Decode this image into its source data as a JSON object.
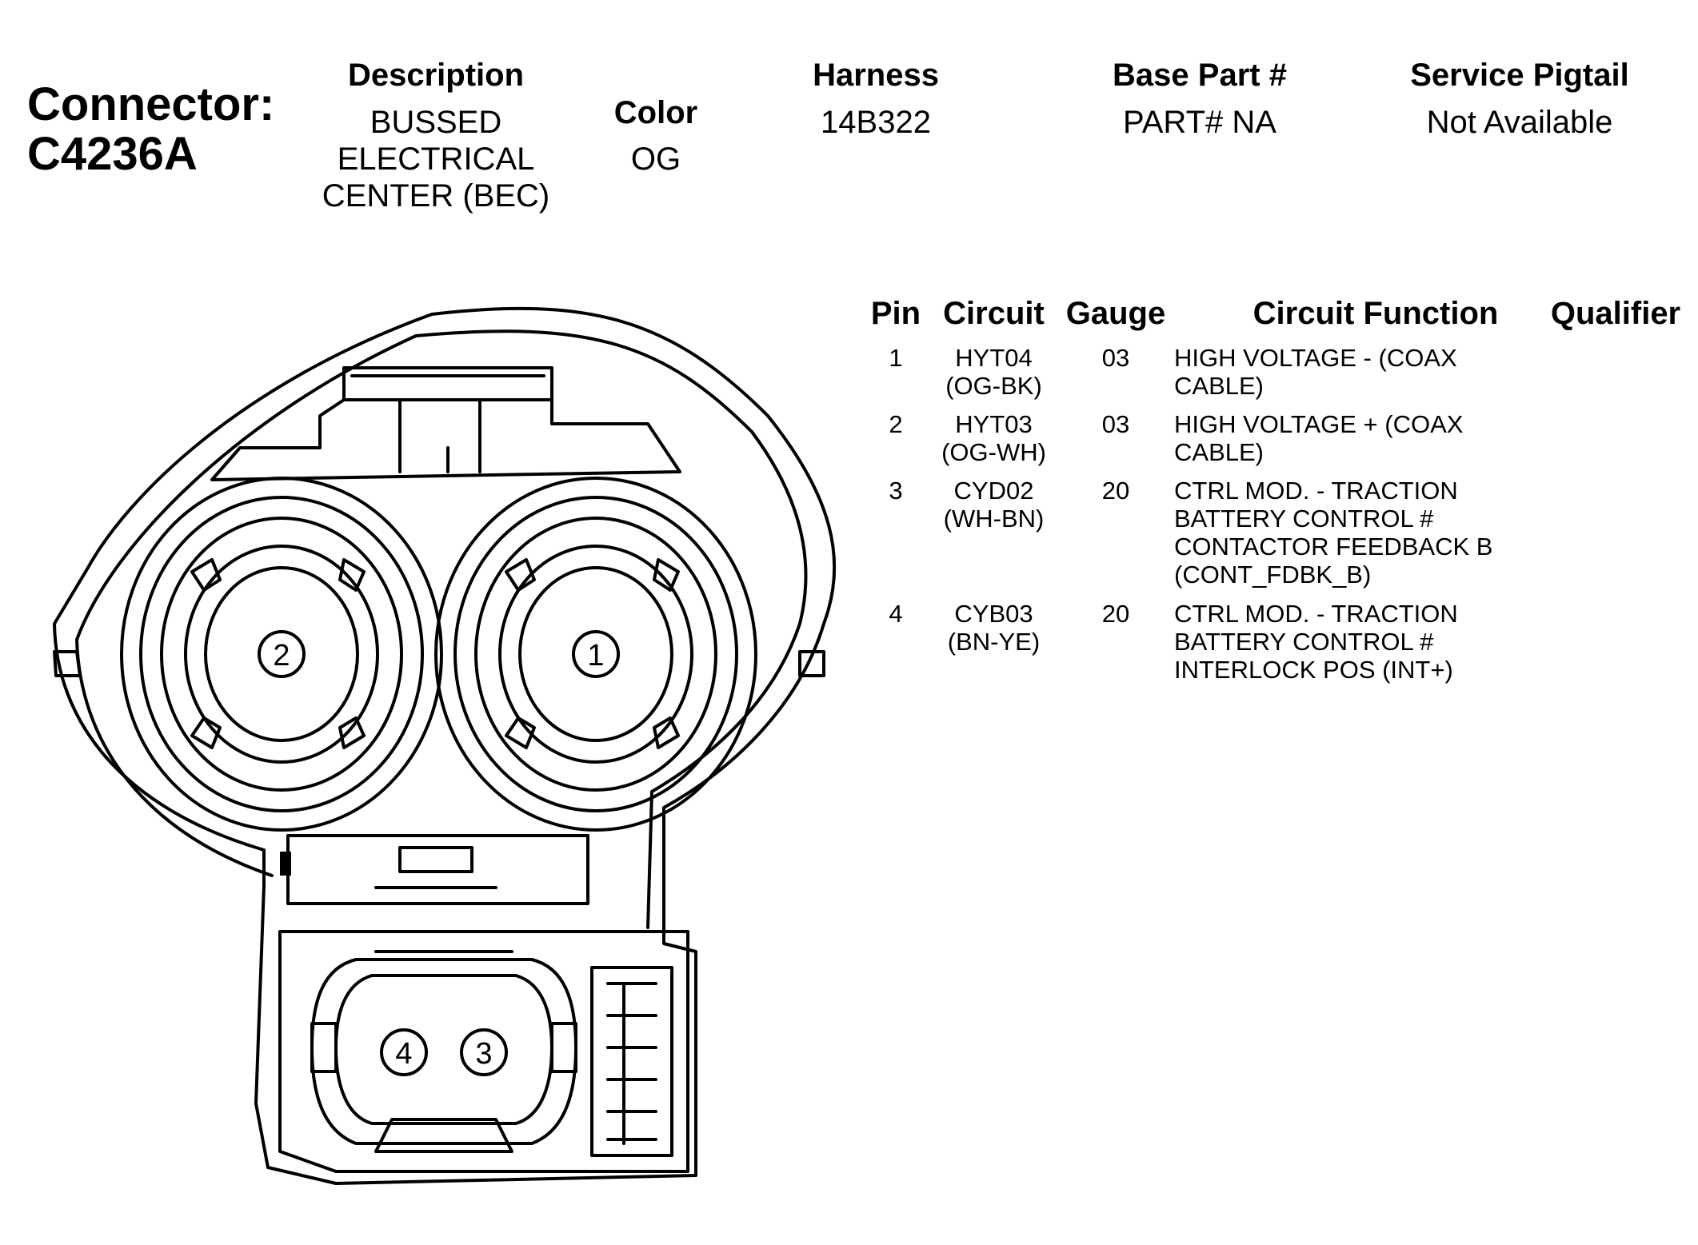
{
  "connector": {
    "label": "Connector:",
    "id": "C4236A"
  },
  "header": {
    "description_label": "Description",
    "description_lines": [
      "BUSSED",
      "ELECTRICAL",
      "CENTER (BEC)"
    ],
    "color_label": "Color",
    "color_value": "OG",
    "harness_label": "Harness",
    "harness_value": "14B322",
    "base_part_label": "Base Part #",
    "base_part_value": "PART# NA",
    "pigtail_label": "Service Pigtail",
    "pigtail_value": "Not Available"
  },
  "pin_table": {
    "columns": [
      "Pin",
      "Circuit",
      "Gauge",
      "Circuit Function",
      "Qualifier"
    ],
    "rows": [
      {
        "pin": "1",
        "circuit": [
          "HYT04",
          "(OG-BK)"
        ],
        "gauge": "03",
        "function": [
          "HIGH VOLTAGE - (COAX",
          "CABLE)"
        ],
        "qualifier": ""
      },
      {
        "pin": "2",
        "circuit": [
          "HYT03",
          "(OG-WH)"
        ],
        "gauge": "03",
        "function": [
          "HIGH VOLTAGE + (COAX",
          "CABLE)"
        ],
        "qualifier": ""
      },
      {
        "pin": "3",
        "circuit": [
          "CYD02",
          "(WH-BN)"
        ],
        "gauge": "20",
        "function": [
          "CTRL MOD. - TRACTION",
          "BATTERY CONTROL #",
          "CONTACTOR FEEDBACK B",
          "(CONT_FDBK_B)"
        ],
        "qualifier": ""
      },
      {
        "pin": "4",
        "circuit": [
          "CYB03",
          "(BN-YE)"
        ],
        "gauge": "20",
        "function": [
          "CTRL MOD. - TRACTION",
          "BATTERY CONTROL #",
          "INTERLOCK POS (INT+)"
        ],
        "qualifier": ""
      }
    ]
  },
  "diagram": {
    "pin_labels": [
      "1",
      "2",
      "3",
      "4"
    ]
  }
}
